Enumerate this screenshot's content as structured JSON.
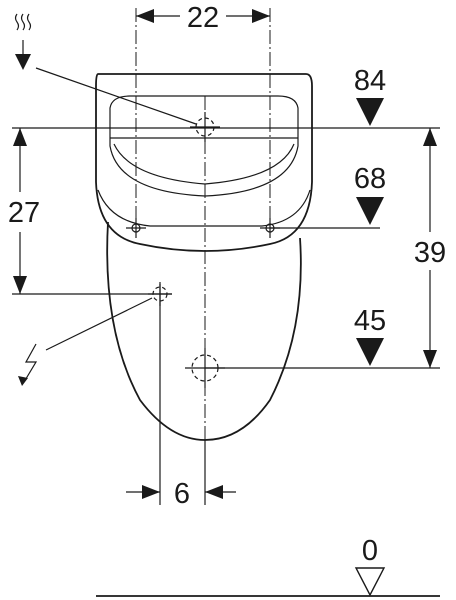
{
  "dimensions": {
    "width_between_fixings": "22",
    "horizontal_offset": "6",
    "supply_height": "27",
    "body_height": "39"
  },
  "levels": {
    "top": "84",
    "fixing": "68",
    "drain": "45",
    "floor": "0"
  },
  "icons": {
    "water": "water-supply-icon",
    "power": "electrical-connection-icon"
  }
}
